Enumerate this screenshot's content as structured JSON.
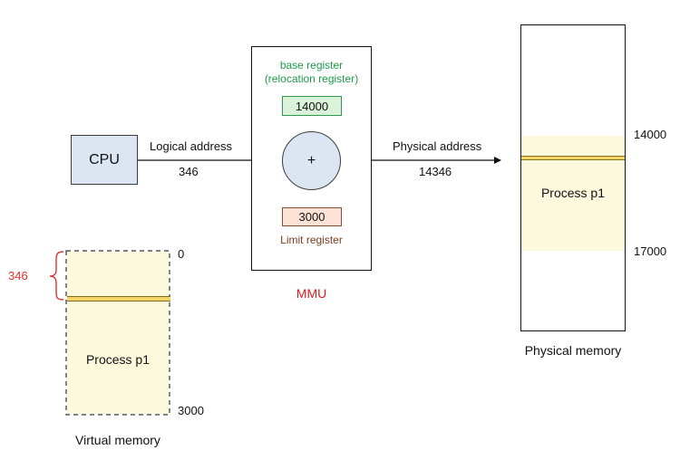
{
  "colors": {
    "cpu_fill": "#dce6f2",
    "cpu_border": "#3c3c3c",
    "base_text": "#1f9a4b",
    "base_box_fill": "#d9f2d9",
    "base_box_border": "#2e9a4e",
    "limit_box_fill": "#fbe2d5",
    "limit_box_border": "#8a4b2e",
    "limit_text": "#7a3f1f",
    "mmu_label": "#d42020",
    "adder_fill": "#dce6f2",
    "memory_fill": "#fdf9dc",
    "stripe_fill": "#f5d36b",
    "offset_brace": "#e03030"
  },
  "cpu": {
    "label": "CPU"
  },
  "logical": {
    "label": "Logical address",
    "value": "346"
  },
  "physical_addr": {
    "label": "Physical address",
    "value": "14346"
  },
  "mmu": {
    "base_title_1": "base register",
    "base_title_2": "(relocation register)",
    "base_value": "14000",
    "adder_symbol": "+",
    "limit_value": "3000",
    "limit_label": "Limit register",
    "label": "MMU"
  },
  "virtual_memory": {
    "label": "Virtual memory",
    "process_label": "Process p1",
    "start": "0",
    "end": "3000",
    "offset": "346"
  },
  "physical_memory": {
    "label": "Physical memory",
    "process_label": "Process p1",
    "start": "14000",
    "end": "17000"
  }
}
